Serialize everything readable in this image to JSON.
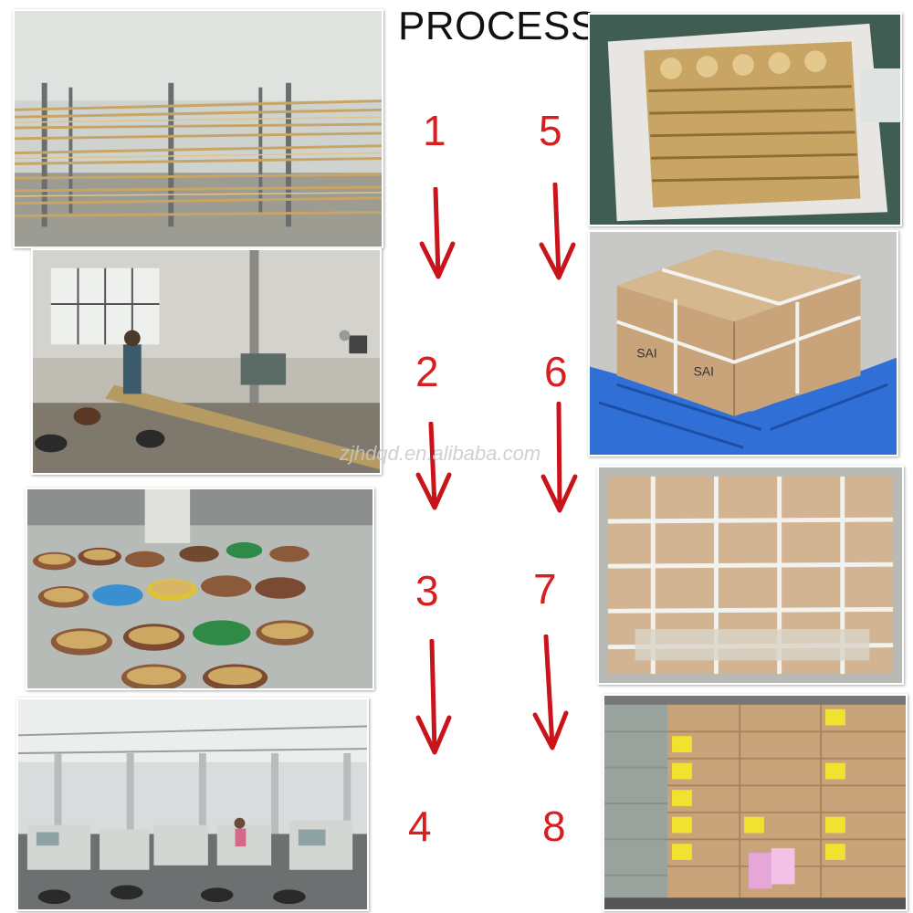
{
  "title": "PROCESS",
  "watermark": "zjhdqd.en.alibaba.com",
  "steps": [
    "1",
    "2",
    "3",
    "4",
    "5",
    "6",
    "7",
    "8"
  ],
  "box_label": "SAI",
  "colors": {
    "arrow": "#c8141a",
    "number": "#d81e1e",
    "brass": "#c9a565",
    "cardboard": "#c9a47a",
    "pallet": "#2f6fd6"
  },
  "photos": [
    {
      "name": "brass-rods-rack"
    },
    {
      "name": "cutting-workshop"
    },
    {
      "name": "brass-parts-bins"
    },
    {
      "name": "cnc-machine-floor"
    },
    {
      "name": "fittings-in-carton"
    },
    {
      "name": "cartons-on-pallet"
    },
    {
      "name": "wrapped-pallet"
    },
    {
      "name": "warehouse-stock"
    }
  ]
}
